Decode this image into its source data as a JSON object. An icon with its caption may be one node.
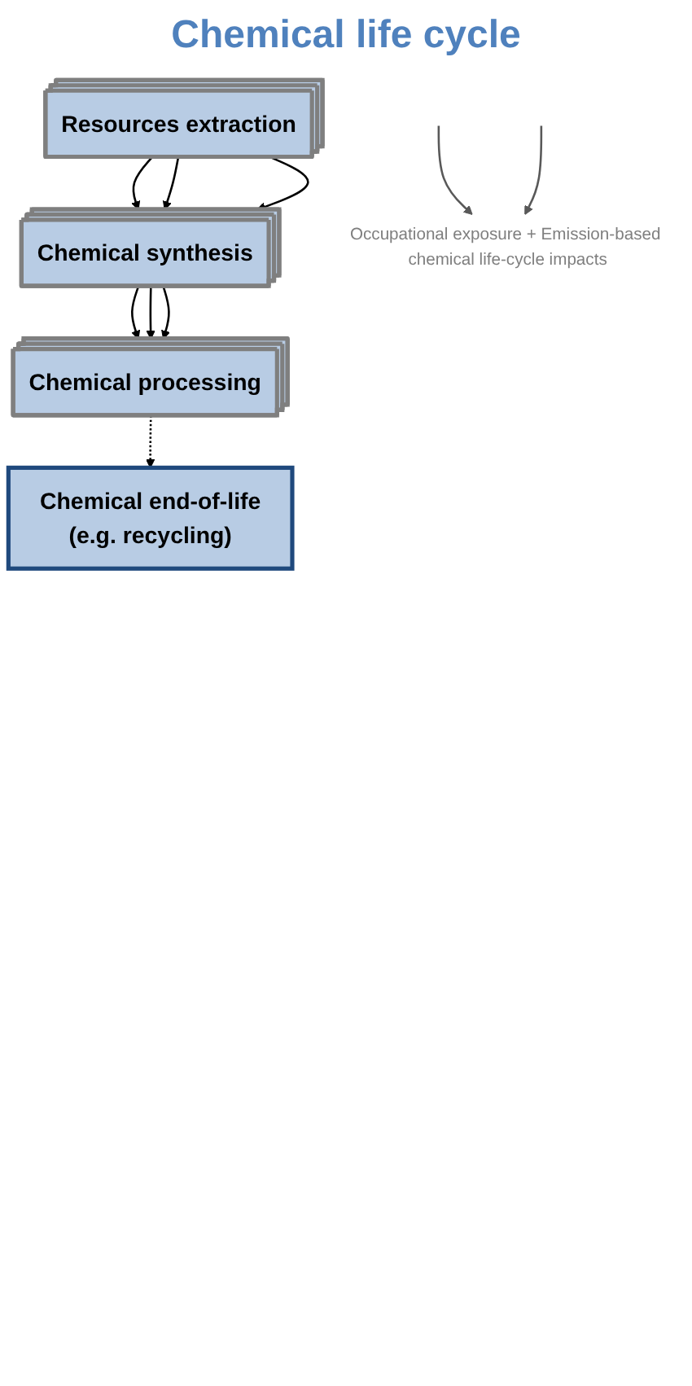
{
  "diagram": {
    "title": "Chemical life cycle",
    "nodes": [
      {
        "text": [
          "Resources extraction"
        ]
      },
      {
        "text": [
          "Chemical synthesis"
        ]
      },
      {
        "text": [
          "Chemical processing"
        ]
      },
      {
        "text": [
          "Chemical end-of-life",
          "(e.g. recycling)"
        ]
      },
      {
        "text": [
          "Occupational exposure + Emission-based chemical life-cycle impacts"
        ]
      }
    ],
    "edges": [
      {
        "from": 0,
        "to": 1,
        "arrow": "to"
      },
      {
        "from": 0,
        "to": 1,
        "arrow": "to"
      },
      {
        "from": 0,
        "to": 1,
        "arrow": "to"
      },
      {
        "from": 1,
        "to": 2,
        "arrow": "to"
      },
      {
        "from": 1,
        "to": 2,
        "arrow": "to"
      },
      {
        "from": 1,
        "to": 2,
        "arrow": "to"
      },
      {
        "from": 2,
        "to": 3,
        "arrow": "to",
        "style": "dashed"
      },
      {
        "from": null,
        "to": 4,
        "arrow": "to",
        "color": "#595959"
      },
      {
        "from": null,
        "to": 4,
        "arrow": "to",
        "color": "#595959"
      }
    ]
  }
}
